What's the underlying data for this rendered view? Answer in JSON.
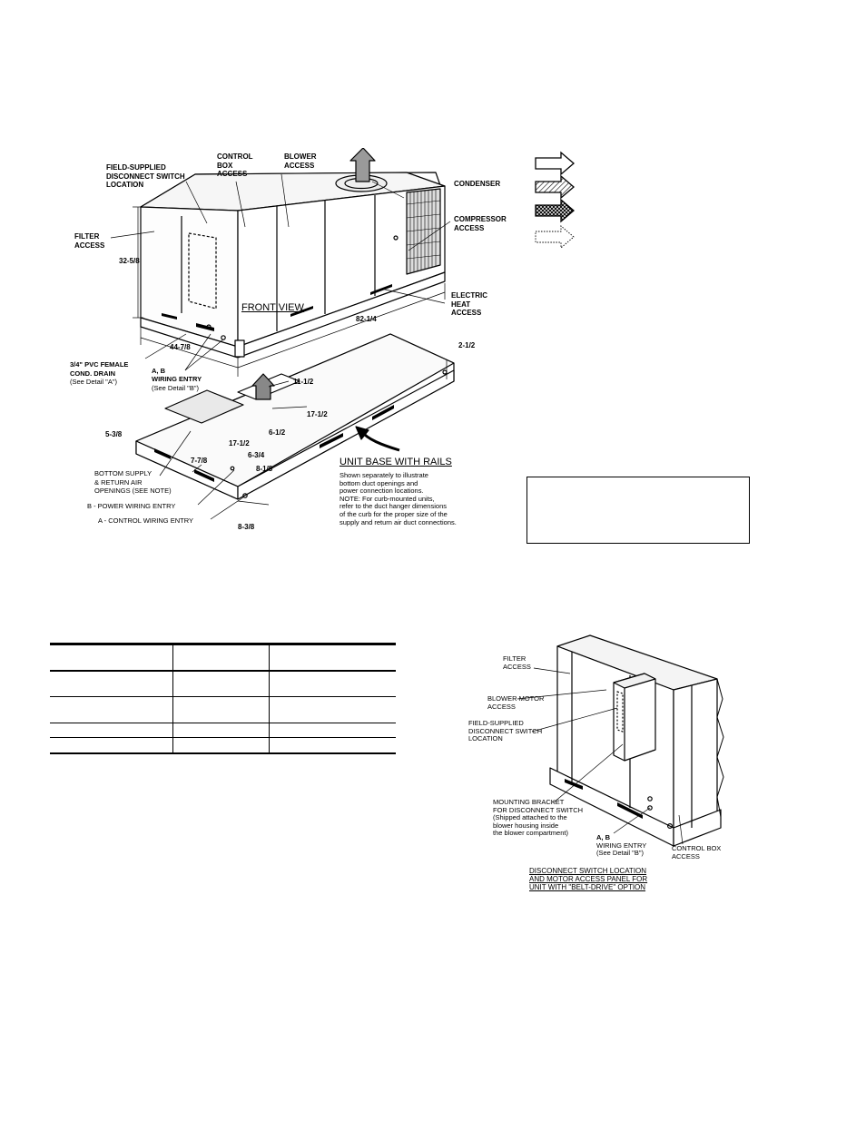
{
  "main_figure": {
    "labels": {
      "field_disconnect": [
        "FIELD-SUPPLIED",
        "DISCONNECT SWITCH",
        "LOCATION"
      ],
      "control_box": [
        "CONTROL",
        "BOX",
        "ACCESS"
      ],
      "blower": [
        "BLOWER",
        "ACCESS"
      ],
      "condenser": "CONDENSER",
      "compressor": [
        "COMPRESSOR",
        "ACCESS"
      ],
      "filter": [
        "FILTER",
        "ACCESS"
      ],
      "electric_heat": [
        "ELECTRIC",
        "HEAT",
        "ACCESS"
      ],
      "front_view": "FRONT VIEW",
      "cond_drain": [
        "3/4\" PVC FEMALE",
        "COND. DRAIN",
        "(See Detail \"A\")"
      ],
      "wiring_entry": [
        "A, B",
        "WIRING ENTRY",
        "(See Detail \"B\")"
      ],
      "bottom_openings": [
        "BOTTOM SUPPLY",
        "& RETURN AIR",
        "OPENINGS (SEE NOTE)"
      ],
      "power_wiring": "B - POWER WIRING ENTRY",
      "control_wiring": "A - CONTROL WIRING ENTRY",
      "unit_base_title": "UNIT BASE WITH RAILS",
      "unit_base_note": [
        "Shown separately to illustrate",
        "bottom duct openings and",
        "power connection locations.",
        "NOTE: For curb-mounted units,",
        "refer to the duct hanger dimensions",
        "of the curb for the proper size of the",
        "supply and return air duct connections."
      ]
    },
    "dimensions": {
      "height": "32-5/8",
      "length": "82-1/4",
      "depth": "44-7/8",
      "base_height": "2-1/2",
      "d_11_1_2": "11-1/2",
      "d_17_1_2_a": "17-1/2",
      "d_6_1_2": "6-1/2",
      "d_5_3_8": "5-3/8",
      "d_17_1_2_b": "17-1/2",
      "d_7_7_8": "7-7/8",
      "d_6_3_4": "6-3/4",
      "d_8_1_8": "8-1/8",
      "d_8_3_8": "8-3/8"
    }
  },
  "legend_arrows": [
    "outlined",
    "hatched",
    "cross-hatched",
    "dotted"
  ],
  "detail_figure": {
    "labels": {
      "filter": [
        "FILTER",
        "ACCESS"
      ],
      "blower_motor": [
        "BLOWER MOTOR",
        "ACCESS"
      ],
      "field_disconnect": [
        "FIELD-SUPPLIED",
        "DISCONNECT SWITCH",
        "LOCATION"
      ],
      "mounting_bracket": [
        "MOUNTING BRACKET",
        "FOR DISCONNECT SWITCH",
        "(Shipped attached to the",
        " blower housing inside",
        " the blower compartment)"
      ],
      "wiring_entry": [
        "A, B",
        "WIRING ENTRY",
        "(See Detail \"B\")"
      ],
      "control_box": [
        "CONTROL BOX",
        "ACCESS"
      ]
    },
    "caption": [
      "DISCONNECT SWITCH LOCATION",
      "AND MOTOR ACCESS PANEL FOR",
      "UNIT  WITH \"BELT-DRIVE\" OPTION"
    ]
  }
}
